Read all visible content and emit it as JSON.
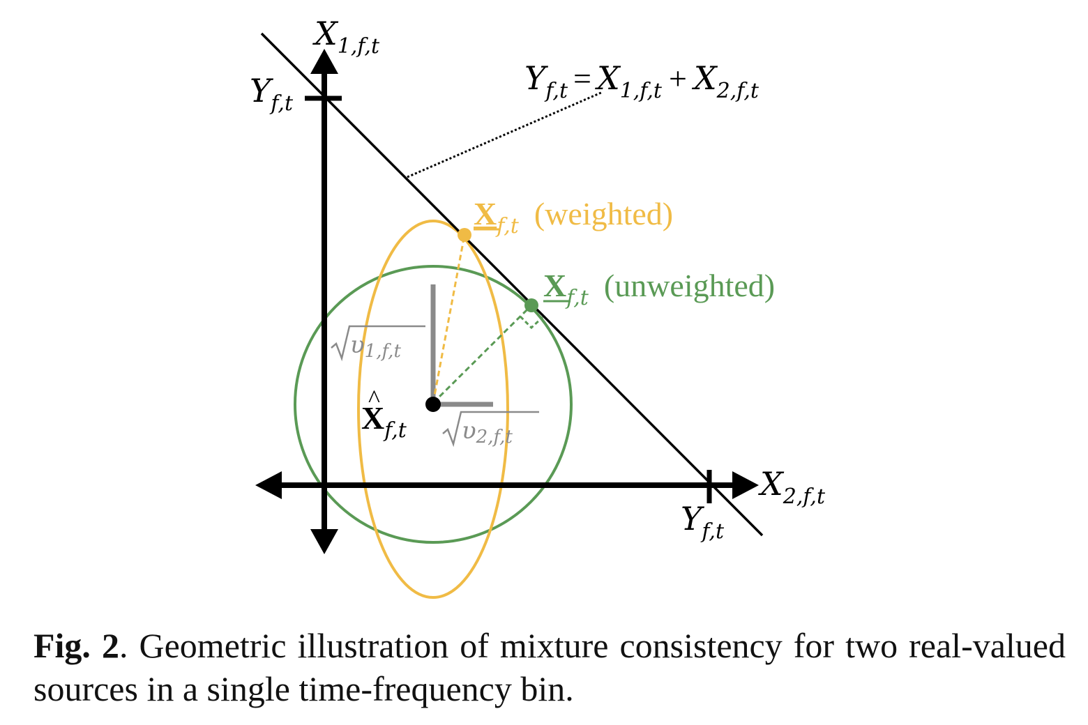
{
  "diagram": {
    "axes": {
      "vertical": {
        "var": "X",
        "sub": "1,f,t"
      },
      "horizontal": {
        "var": "X",
        "sub": "2,f,t"
      }
    },
    "intercepts": {
      "vertical": {
        "var": "Y",
        "sub": "f,t"
      },
      "horizontal": {
        "var": "Y",
        "sub": "f,t"
      }
    },
    "constraint": {
      "lhs_var": "Y",
      "lhs_sub": "f,t",
      "eq": "=",
      "t1_var": "X",
      "t1_sub": "1,f,t",
      "plus": "+",
      "t2_var": "X",
      "t2_sub": "2,f,t"
    },
    "weighted": {
      "var": "X",
      "sub": "f,t",
      "label": "(weighted)",
      "color": "#f0bb45"
    },
    "unweighted": {
      "var": "X",
      "sub": "f,t",
      "label": "(unweighted)",
      "color": "#5a9a55"
    },
    "estimate": {
      "var": "X",
      "hat": "^",
      "sub": "f,t"
    },
    "std1": {
      "sub": "1,f,t"
    },
    "std2": {
      "sub": "2,f,t"
    },
    "colors": {
      "ink": "#000000",
      "gray": "#8a8a8a",
      "orange": "#f0bb45",
      "green": "#5a9a55"
    }
  },
  "caption": {
    "fig_label": "Fig. 2",
    "text": ".  Geometric illustration of mixture consistency for two real-valued sources in a single time-frequency bin."
  }
}
